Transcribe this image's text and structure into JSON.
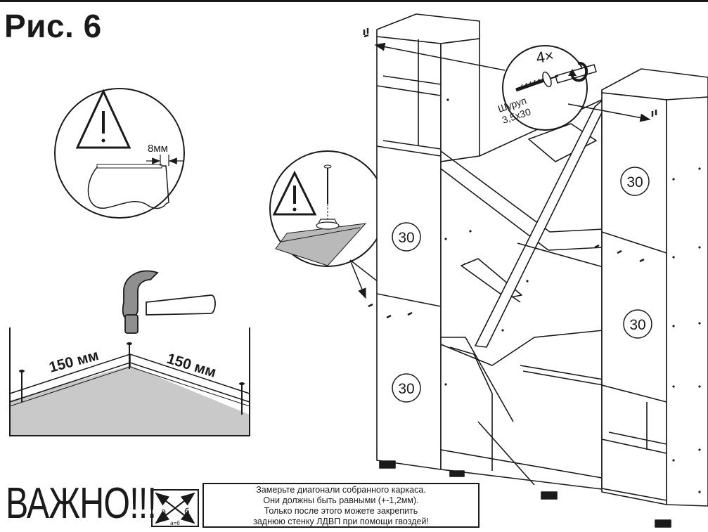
{
  "figure": {
    "title": "Рис. 6"
  },
  "callouts": {
    "gap": "8мм",
    "screw_count": "4×",
    "screw_name": "Шуруп",
    "screw_size": "3,5х30",
    "nail_spacing_left": "150 мм",
    "nail_spacing_right": "150 мм"
  },
  "panel_labels": {
    "left_mid": "30",
    "left_bottom": "30",
    "right_top": "30",
    "right_mid": "30"
  },
  "diagonal_icon": {
    "label_a": "а",
    "label_b": "б",
    "formula": "а=б"
  },
  "warning": {
    "heading": "ВАЖНО!!!",
    "lines": [
      "Замерьте диагонали собранного каркаса.",
      "Они должны быть равными (+-1,2мм).",
      "Только после этого можете закрепить",
      "заднюю стенку ЛДВП при помощи гвоздей!"
    ]
  }
}
